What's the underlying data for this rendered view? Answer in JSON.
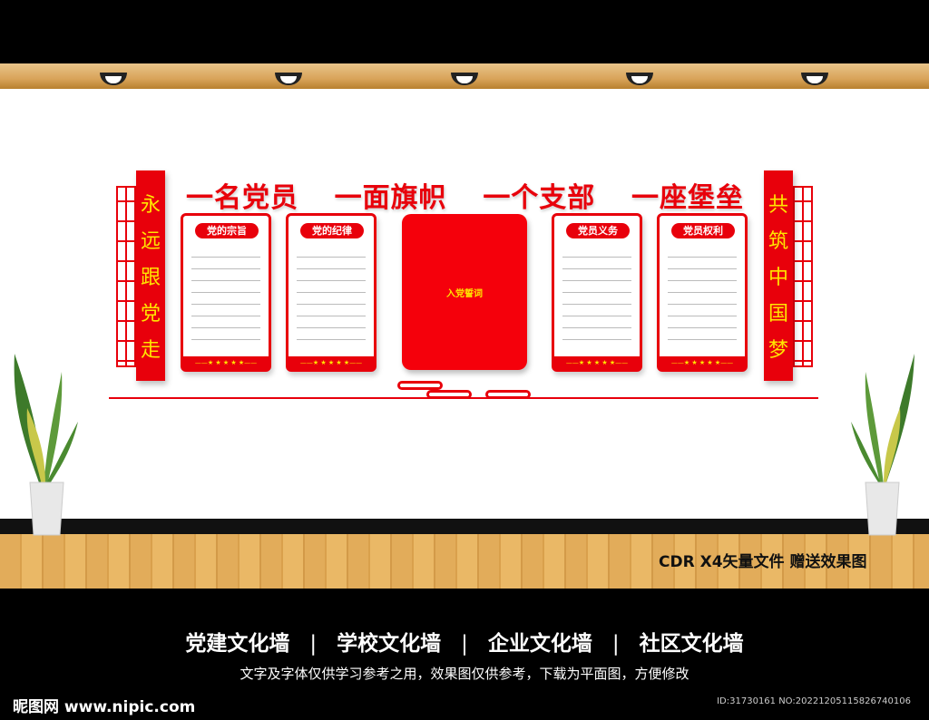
{
  "slogan_left": [
    "永",
    "远",
    "跟",
    "党",
    "走"
  ],
  "slogan_right": [
    "共",
    "筑",
    "中",
    "国",
    "梦"
  ],
  "title": [
    "一名党员",
    "一面旗帜",
    "一个支部",
    "一座堡垒"
  ],
  "cards": [
    {
      "label": "党的宗旨"
    },
    {
      "label": "党的纪律"
    },
    {
      "label": "党员义务"
    },
    {
      "label": "党员权利"
    }
  ],
  "card_footer": "——★ ★ ★ ★ ★——",
  "center_panel": "入党誓词",
  "format_note": "CDR X4矢量文件  赠送效果图",
  "categories": [
    "党建文化墙",
    "学校文化墙",
    "企业文化墙",
    "社区文化墙"
  ],
  "separator": "|",
  "disclaimer": "文字及字体仅供学习参考之用，效果图仅供参考，下载为平面图，方便修改",
  "watermark": "昵图网 www.nipic.com",
  "id_text": "ID:31730161 NO:20221205115826740106"
}
